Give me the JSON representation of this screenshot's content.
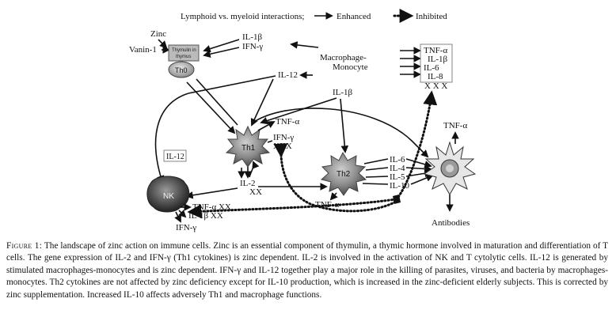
{
  "legend": {
    "title": "Lymphoid vs. myeloid interactions;",
    "enhanced": "Enhanced",
    "inhibited": "Inhibited"
  },
  "nodes": {
    "zinc": "Zinc",
    "vanin1": "Vanin-1",
    "thymulin": [
      "Thymulin in",
      "thymus"
    ],
    "th0": "Th0",
    "th1": "Th1",
    "th2": "Th2",
    "nk": "NK",
    "macrophage": [
      "Macrophage-",
      "Monocyte"
    ],
    "antibodies": "Antibodies"
  },
  "labels": {
    "il1b_top": "IL-1β",
    "ifng_top": "IFN-γ",
    "il12_top": "IL-12",
    "il1b_mid": "IL-1β",
    "tnfa_th1": "TNF-α",
    "ifng_th1": "IFN-γ",
    "xxx_th1": "XXX",
    "il12_box": "IL-12",
    "il2": "IL-2",
    "xx_il2": "XX",
    "tnfa_th2": "TNF-α",
    "il6": "IL-6",
    "il4": "IL-4",
    "il5": "IL-5",
    "il10": "IL-10",
    "tnfa_bcell": "TNF-α",
    "tnfa_nk": "TNF-α XX",
    "il1b_nk": "IL-1β XX",
    "ifng_nk": "IFN-γ",
    "mac_out": [
      "TNF-α",
      "IL-1β",
      "IL-6",
      "IL-8"
    ],
    "mac_xxx": "X X X"
  },
  "caption": {
    "figure_label": "Figure 1:",
    "text": "The landscape of zinc action on immune cells. Zinc is an essential component of thymulin, a thymic hormone involved in maturation and differentiation of T cells. The gene expression of IL-2 and IFN-γ (Th1 cytokines) is zinc dependent. IL-2 is involved in the activation of NK and T cytolytic cells. IL-12 is generated by stimulated macrophages-monocytes and is zinc dependent. IFN-γ and IL-12 together play a major role in the killing of parasites, viruses, and bacteria by macrophages-monocytes. Th2 cytokines are not affected by zinc deficiency except for IL-10 production, which is increased in the zinc-deficient elderly subjects. This is corrected by zinc supplementation. Increased IL-10 affects adversely Th1 and macrophage functions."
  }
}
